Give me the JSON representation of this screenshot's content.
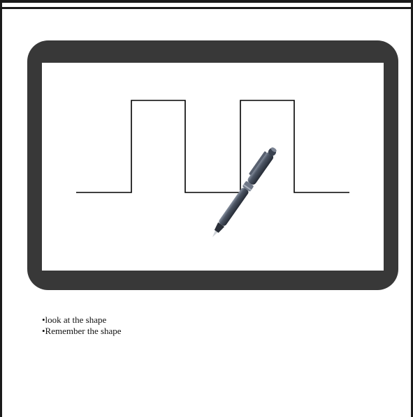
{
  "instructions": {
    "items": [
      "•look at the shape",
      "•Remember the shape"
    ]
  },
  "illustration": {
    "device": "tablet",
    "stylus": "pen-icon",
    "shape": "square-wave"
  },
  "colors": {
    "tablet_bezel": "#383838",
    "screen": "#ffffff",
    "stroke": "#000000",
    "pen_body": "#3a4250",
    "pen_highlight": "#8a93a2"
  }
}
